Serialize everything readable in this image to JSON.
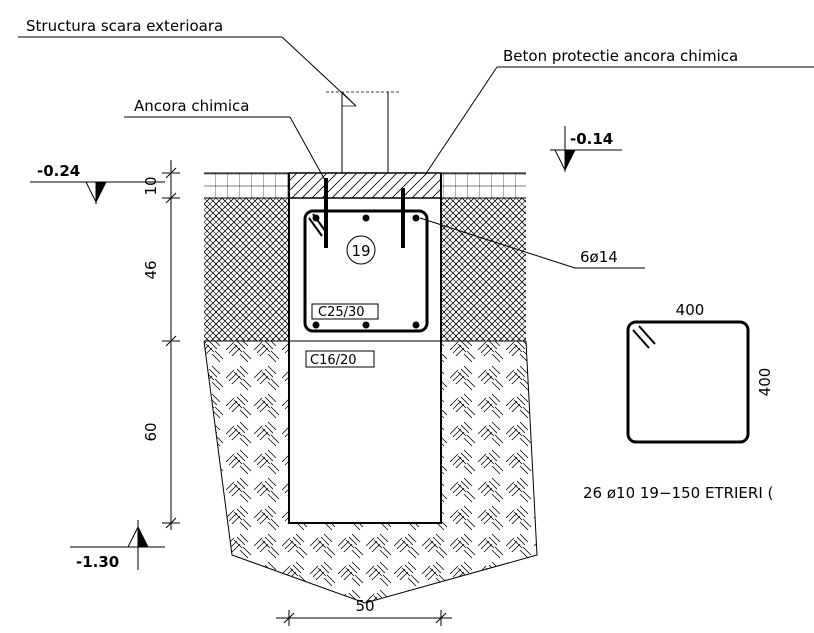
{
  "labels": {
    "structura": "Structura scara exterioara",
    "beton_protectie": "Beton protectie ancora chimica",
    "ancora": "Ancora chimica",
    "rebar_main": "6ø14",
    "stirrups": "26 ø10 19−150 ETRIERI (",
    "concrete_top": "C25/30",
    "concrete_bottom": "C16/20",
    "mark": "19"
  },
  "levels": {
    "left_top": "-0.24",
    "right_top": "-0.14",
    "bottom": "-1.30"
  },
  "dimensions": {
    "d10": "10",
    "d46": "46",
    "d60": "60",
    "d50": "50",
    "stirrup_w": "400",
    "stirrup_h": "400"
  }
}
